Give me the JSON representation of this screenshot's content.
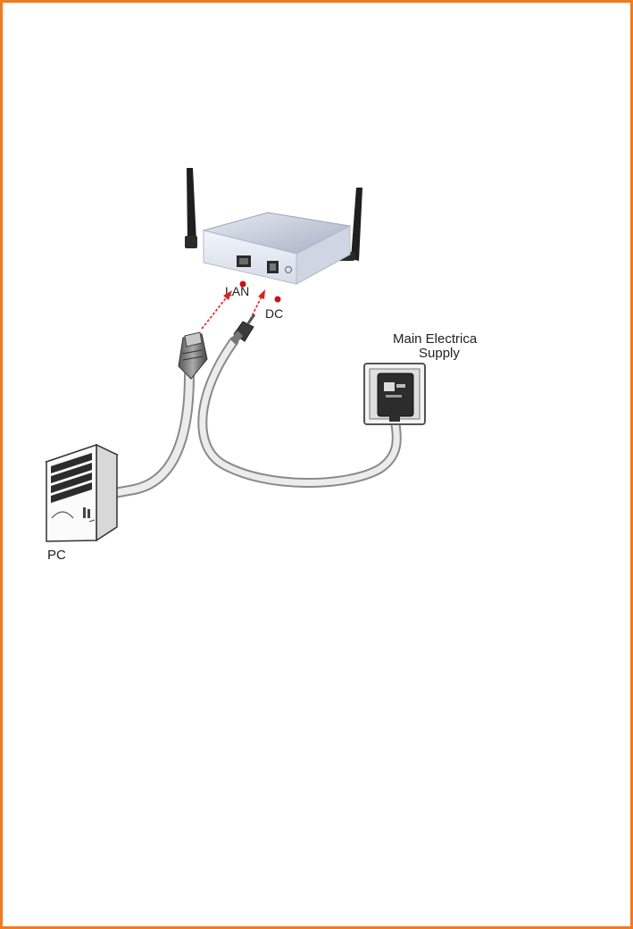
{
  "labels": {
    "lan": "LAN",
    "dc": "DC",
    "supply_line1": "Main Electrica",
    "supply_line2": "Supply",
    "pc": "PC"
  },
  "icons": [
    "router-icon",
    "antenna-icon",
    "ethernet-plug-icon",
    "dc-plug-icon",
    "wall-socket-icon",
    "power-adapter-icon",
    "pc-tower-icon"
  ],
  "colors": {
    "border": "#f07a1e",
    "arrow": "#e02020",
    "port_dot": "#cc1111",
    "cable": "#e6e6e6",
    "cable_outline": "#8a8a8a"
  }
}
